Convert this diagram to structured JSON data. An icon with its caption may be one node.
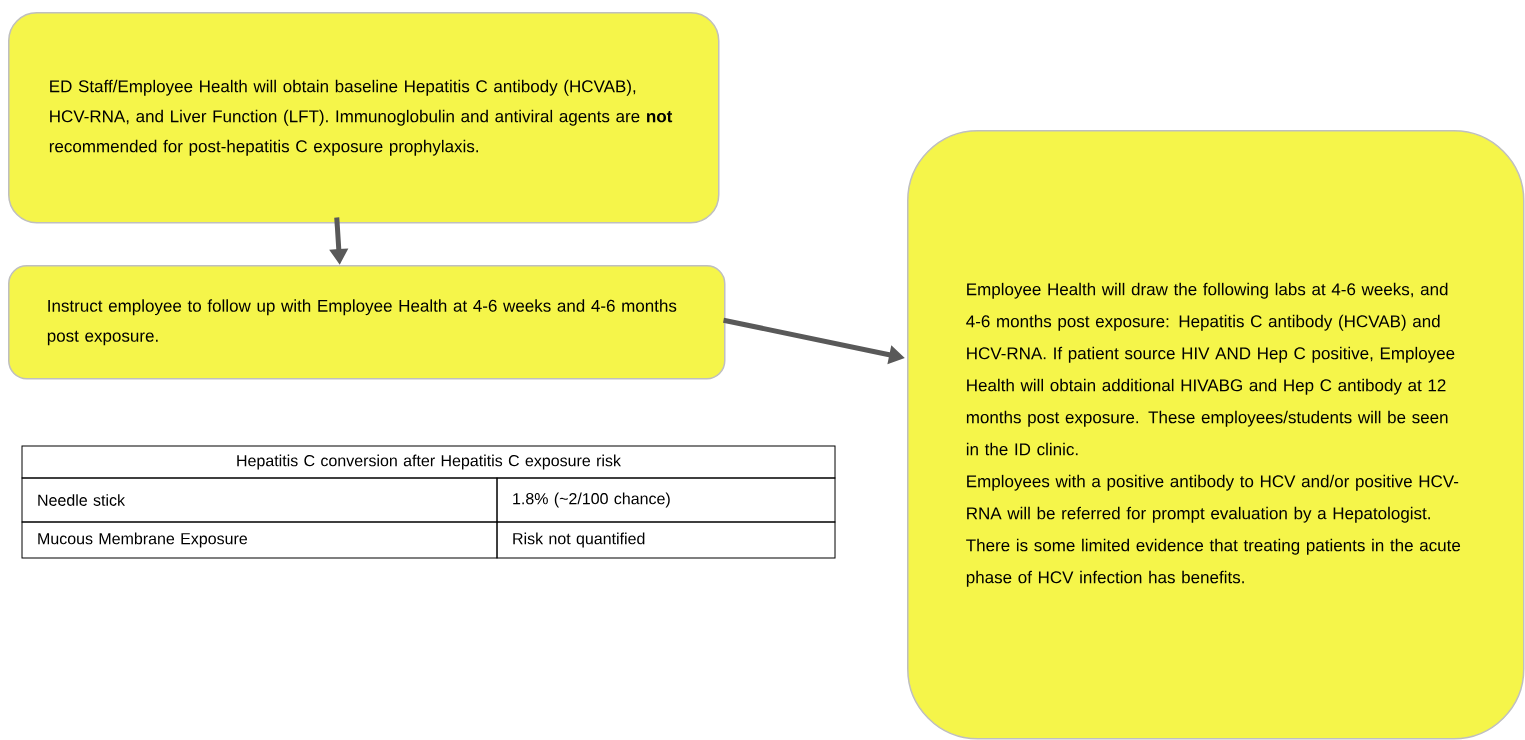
{
  "diagram": {
    "nodes": [
      {
        "text": [
          "ED Staff/Employee Health will obtain baseline Hepatitis C antibody (HCVAB), HCV-RNA, and Liver Function (LFT). Immunoglobulin and antiviral agents are **not** recommended for post-hepatitis C exposure prophylaxis."
        ]
      },
      {
        "text": [
          "Instruct employee to follow up with Employee Health at 4-6 weeks and 4-6 months post exposure."
        ]
      },
      {
        "text": [
          "Employee Health will draw the following labs at 4-6 weeks, and 4-6 months post exposure: Hepatitis C antibody (HCVAB) and HCV-RNA.  If patient source HIV AND Hep C positive, Employee Health will obtain additional HIVABG and Hep C antibody at 12 months post exposure.  These employees/students will be seen in the ID clinic.",
          "Employees with a positive antibody to HCV and/or positive HCV-RNA will be referred for prompt evaluation by a Hepatologist. There is some limited evidence that treating patients in the acute phase of HCV infection has benefits."
        ]
      }
    ],
    "edges": [
      {
        "from": 0,
        "to": 1,
        "arrow": "to"
      },
      {
        "from": 1,
        "to": 2,
        "arrow": "to"
      }
    ],
    "labels": [
      "Hepatitis C conversion after Hepatitis C exposure risk",
      "Needle stick",
      "1.8% (~2/100 chance)",
      "Mucous Membrane Exposure",
      "Risk not quantified"
    ]
  }
}
